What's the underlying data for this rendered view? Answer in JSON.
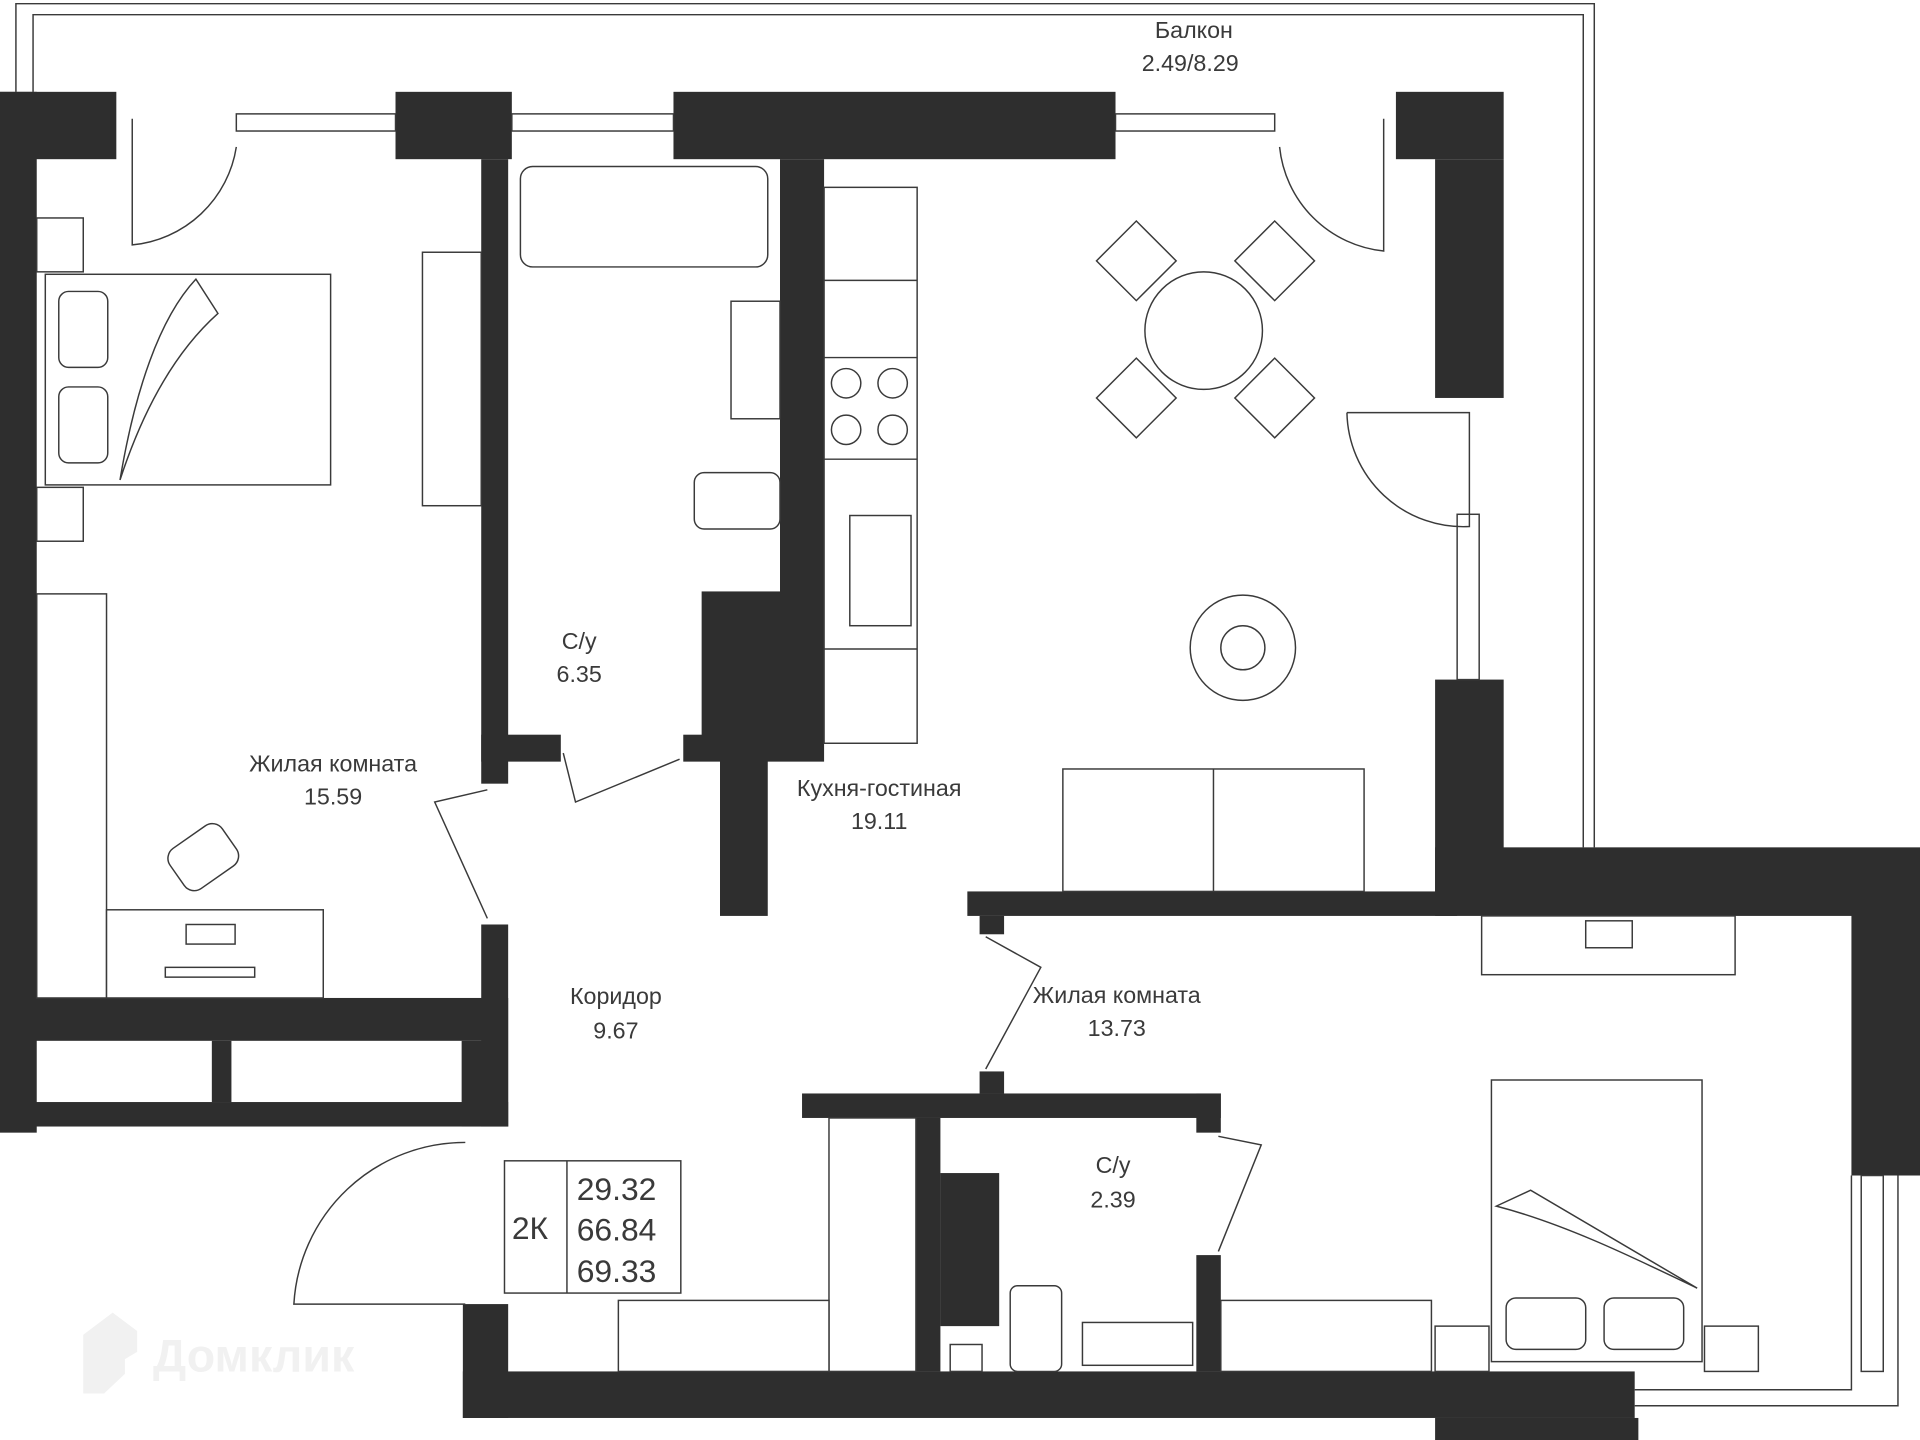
{
  "rooms": {
    "balcony": {
      "name": "Балкон",
      "area": "2.49/8.29"
    },
    "bathroom_1": {
      "name": "С/у",
      "area": "6.35"
    },
    "living_room_1": {
      "name": "Жилая комната",
      "area": "15.59"
    },
    "kitchen_living": {
      "name": "Кухня-гостиная",
      "area": "19.11"
    },
    "corridor": {
      "name": "Коридор",
      "area": "9.67"
    },
    "living_room_2": {
      "name": "Жилая комната",
      "area": "13.73"
    },
    "bathroom_2": {
      "name": "С/у",
      "area": "2.39"
    }
  },
  "summary": {
    "type": "2К",
    "living_area": "29.32",
    "total_area": "66.84",
    "total_with_balcony": "69.33"
  },
  "watermark": "Домклик",
  "colors": {
    "wall": "#2e2e2e",
    "line": "#3a3a3a"
  }
}
